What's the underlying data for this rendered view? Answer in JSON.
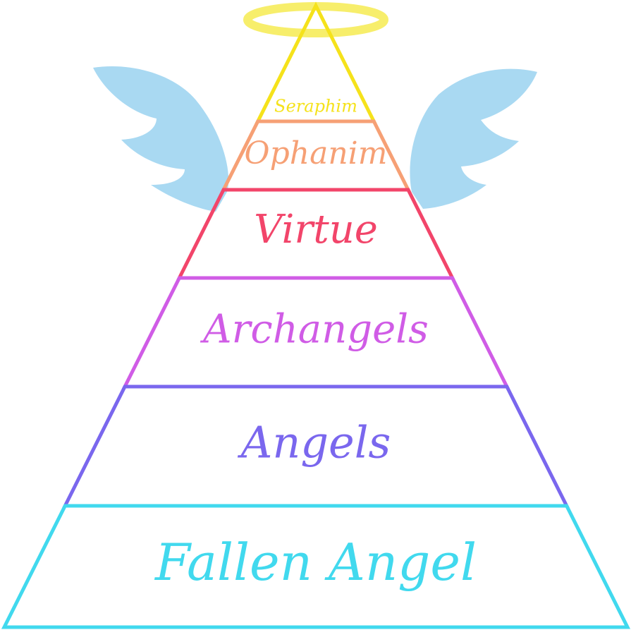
{
  "colors": {
    "halo": "#F7EE6B",
    "halo_stroke": "#E8DC3A",
    "wings": "#A9D9F2",
    "background": "#FFFFFF"
  },
  "tiers": [
    {
      "label": "Seraphim",
      "color": "#F5E21B"
    },
    {
      "label": "Ophanim",
      "color": "#F6A075"
    },
    {
      "label": "Virtue",
      "color": "#F2456A"
    },
    {
      "label": "Archangels",
      "color": "#D05CE6"
    },
    {
      "label": "Angels",
      "color": "#7A67EE"
    },
    {
      "label": "Fallen Angel",
      "color": "#41D9EE"
    }
  ]
}
